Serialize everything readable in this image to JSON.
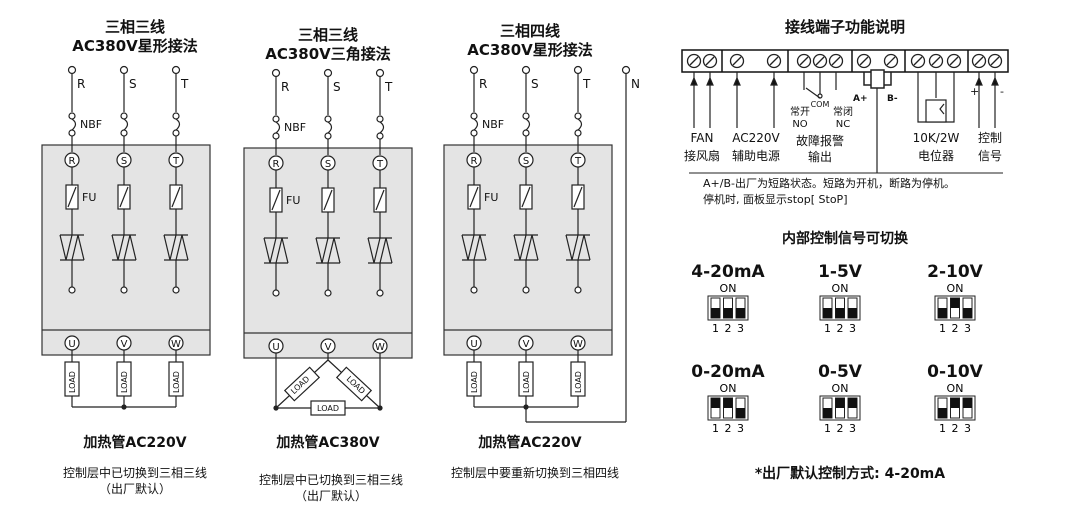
{
  "circuits": [
    {
      "title1": "三相三线",
      "title2": "AC380V星形接法",
      "phases": [
        "R",
        "S",
        "T"
      ],
      "terminals_in": [
        "R",
        "S",
        "T"
      ],
      "terminals_out": [
        "U",
        "V",
        "W"
      ],
      "nbf": "NBF",
      "fu": "FU",
      "load": "LOAD",
      "heater": "加热管AC220V",
      "note1": "控制层中已切换到三相三线",
      "note2": "（出厂默认）"
    },
    {
      "title1": "三相三线",
      "title2": "AC380V三角接法",
      "phases": [
        "R",
        "S",
        "T"
      ],
      "terminals_in": [
        "R",
        "S",
        "T"
      ],
      "terminals_out": [
        "U",
        "V",
        "W"
      ],
      "nbf": "NBF",
      "fu": "FU",
      "load": "LOAD",
      "heater": "加热管AC380V",
      "note1": "控制层中已切换到三相三线",
      "note2": "（出厂默认）"
    },
    {
      "title1": "三相四线",
      "title2": "AC380V星形接法",
      "phases": [
        "R",
        "S",
        "T",
        "N"
      ],
      "terminals_in": [
        "R",
        "S",
        "T"
      ],
      "terminals_out": [
        "U",
        "V",
        "W"
      ],
      "nbf": "NBF",
      "fu": "FU",
      "load": "LOAD",
      "heater": "加热管AC220V",
      "note1": "控制层中要重新切换到三相四线",
      "note2": ""
    }
  ],
  "terminal_panel": {
    "title": "接线端子功能说明",
    "fan_en": "FAN",
    "fan_cn": "接风扇",
    "ac_en": "AC220V",
    "ac_cn": "辅助电源",
    "no_cn": "常开",
    "no_en": "NO",
    "com": "COM",
    "nc_cn": "常闭",
    "nc_en": "NC",
    "alarm1": "故障报警",
    "alarm2": "输出",
    "a_plus": "A+",
    "b_minus": "B-",
    "pot1": "10K/2W",
    "pot2": "电位器",
    "plus": "+",
    "minus": "-",
    "ctrl1": "控制",
    "ctrl2": "信号",
    "desc1": "A+/B-出厂为短路状态。短路为开机，断路为停机。",
    "desc2": "停机时, 面板显示stop[ StoP]"
  },
  "dip_section": {
    "title": "内部控制信号可切换",
    "on_label": "ON",
    "nums": [
      "1",
      "2",
      "3"
    ],
    "switches": [
      {
        "label": "4-20mA",
        "up": [
          false,
          false,
          false
        ]
      },
      {
        "label": "1-5V",
        "up": [
          false,
          false,
          false
        ]
      },
      {
        "label": "2-10V",
        "up": [
          false,
          true,
          false
        ]
      },
      {
        "label": "0-20mA",
        "up": [
          true,
          true,
          false
        ]
      },
      {
        "label": "0-5V",
        "up": [
          false,
          true,
          true
        ]
      },
      {
        "label": "0-10V",
        "up": [
          false,
          true,
          true
        ]
      }
    ],
    "default_text": "*出厂默认控制方式: 4-20mA"
  }
}
